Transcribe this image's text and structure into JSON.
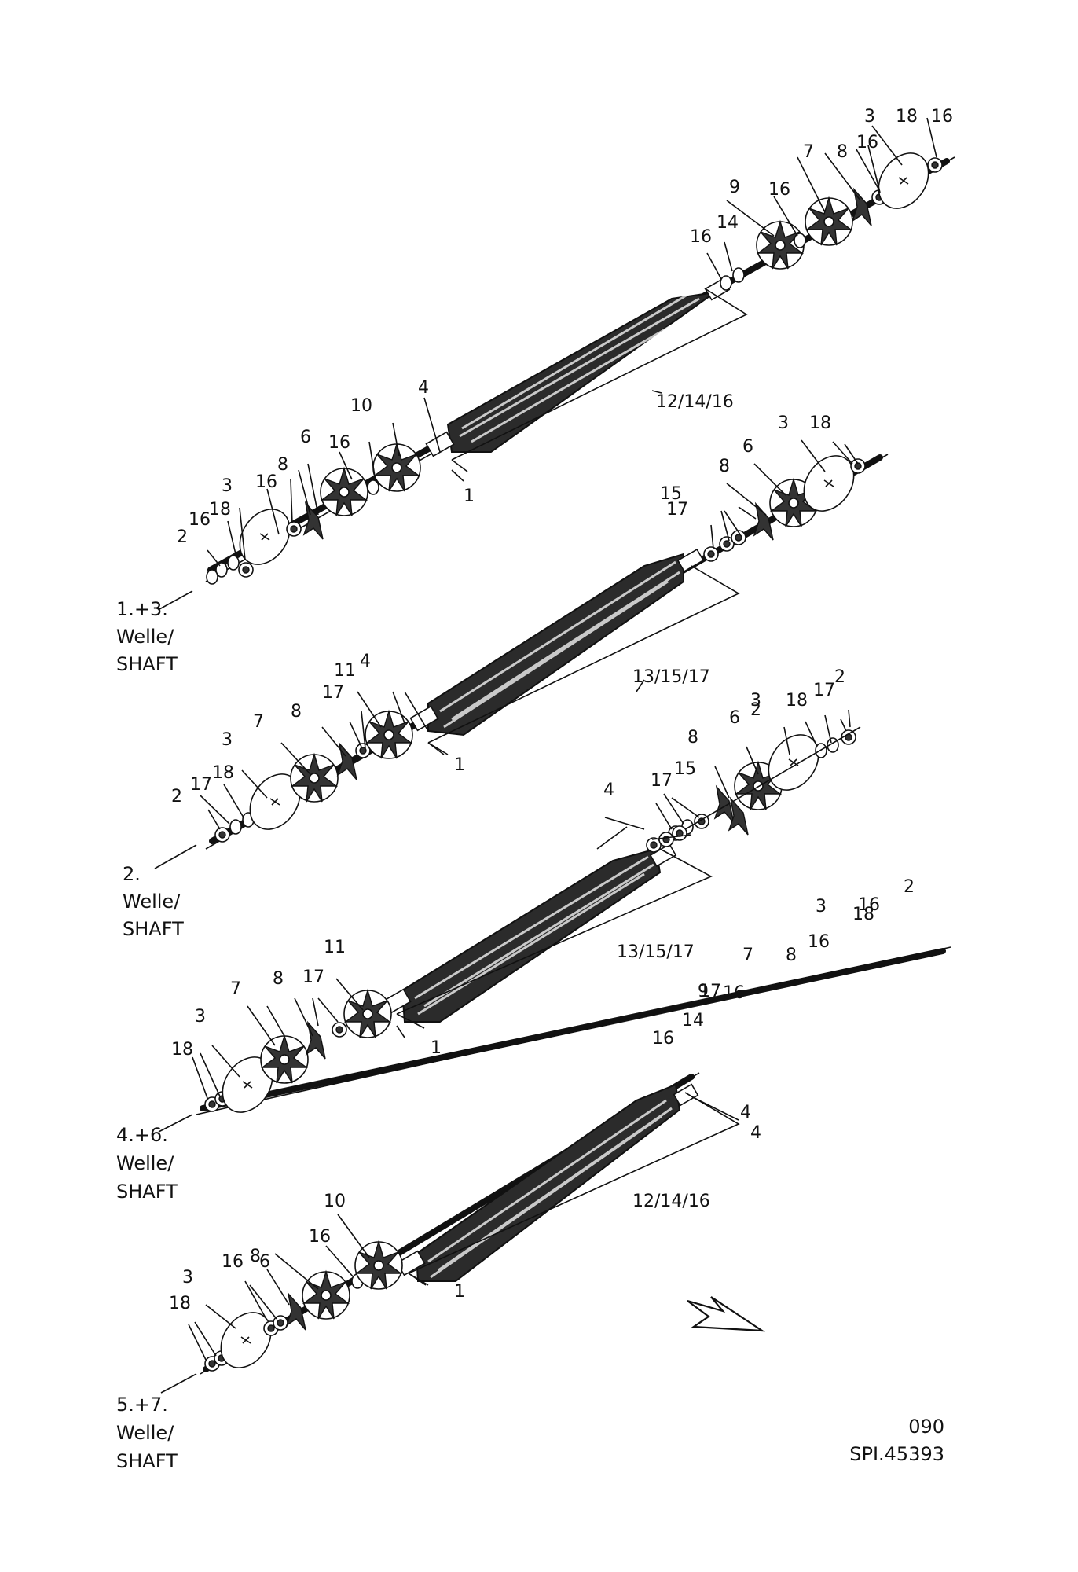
{
  "assemblies": [
    {
      "caption": [
        "1.+3.",
        "Welle/",
        "SHAFT"
      ],
      "labels": [
        "1",
        "2",
        "3",
        "3",
        "4",
        "6",
        "7",
        "8",
        "8",
        "9",
        "10",
        "12/14/16",
        "14",
        "16",
        "16",
        "16",
        "16",
        "16",
        "16",
        "16",
        "18",
        "18"
      ]
    },
    {
      "caption": [
        "2.",
        "Welle/",
        "SHAFT"
      ],
      "labels": [
        "1",
        "2",
        "2",
        "3",
        "3",
        "4",
        "6",
        "7",
        "8",
        "8",
        "11",
        "13/15/17",
        "15",
        "17",
        "17",
        "17",
        "18",
        "18",
        "17"
      ]
    },
    {
      "caption": [
        "4.+6.",
        "Welle/",
        "SHAFT"
      ],
      "labels": [
        "1",
        "2",
        "3",
        "3",
        "4",
        "7",
        "7",
        "8",
        "8",
        "9",
        "11",
        "13/15/17",
        "14",
        "15",
        "16",
        "16",
        "16",
        "16",
        "17",
        "17",
        "18",
        "18"
      ]
    },
    {
      "caption": [
        "5.+7.",
        "Welle/",
        "SHAFT"
      ],
      "labels": [
        "1",
        "3",
        "4",
        "6",
        "8",
        "10",
        "12/14/16",
        "16",
        "16",
        "18"
      ]
    }
  ],
  "drawing_number": "090",
  "reference": "SPI.45393",
  "icons": [
    "flow-direction-arrow-icon"
  ]
}
